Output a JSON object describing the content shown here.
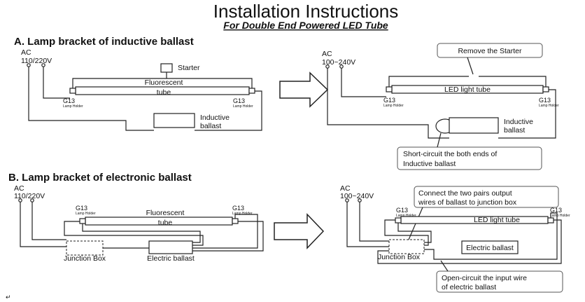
{
  "title": "Installation Instructions",
  "subtitle": "For Double End Powered LED Tube",
  "section_a": {
    "heading": "A.  Lamp bracket of inductive ballast",
    "before": {
      "ac": "AC",
      "voltage": "110/220V",
      "starter": "Starter",
      "tube_line1": "Fluorescent",
      "tube_line2": "tube",
      "g13_left": "G13",
      "holder_left": "Lamp Holder",
      "g13_right": "G13",
      "holder_right": "Lamp Holder",
      "ballast_line1": "Inductive",
      "ballast_line2": "ballast"
    },
    "after": {
      "ac": "AC",
      "voltage": "100~240V",
      "remove_starter": "Remove the Starter",
      "tube": "LED light tube",
      "g13_left": "G13",
      "holder_left": "Lamp Holder",
      "g13_right": "G13",
      "holder_right": "Lamp Holder",
      "ballast_line1": "Inductive",
      "ballast_line2": "ballast",
      "short_line1": "Short-circuit the both ends of",
      "short_line2": "Inductive ballast"
    }
  },
  "section_b": {
    "heading": "B.  Lamp bracket of electronic ballast",
    "before": {
      "ac": "AC",
      "voltage": "110/220V",
      "g13_left": "G13",
      "holder_left": "Lamp Holder",
      "g13_right": "G13",
      "holder_right": "Lamp Holder",
      "tube_line1": "Fluorescent",
      "tube_line2": "tube",
      "junction": "Junction Box",
      "ballast": "Electric ballast"
    },
    "after": {
      "ac": "AC",
      "voltage": "100~240V",
      "connect_line1": "Connect the two pairs output",
      "connect_line2": "wires of ballast to junction box",
      "g13_left": "G13",
      "holder_left": "Lamp Holder",
      "g13_right": "G13",
      "holder_right": "Lamp Holder",
      "tube": "LED light tube",
      "junction": "Junction Box",
      "ballast": "Electric ballast",
      "open_line1": "Open-circuit the input wire",
      "open_line2": "of electric ballast"
    }
  },
  "footer_mark": "↵"
}
